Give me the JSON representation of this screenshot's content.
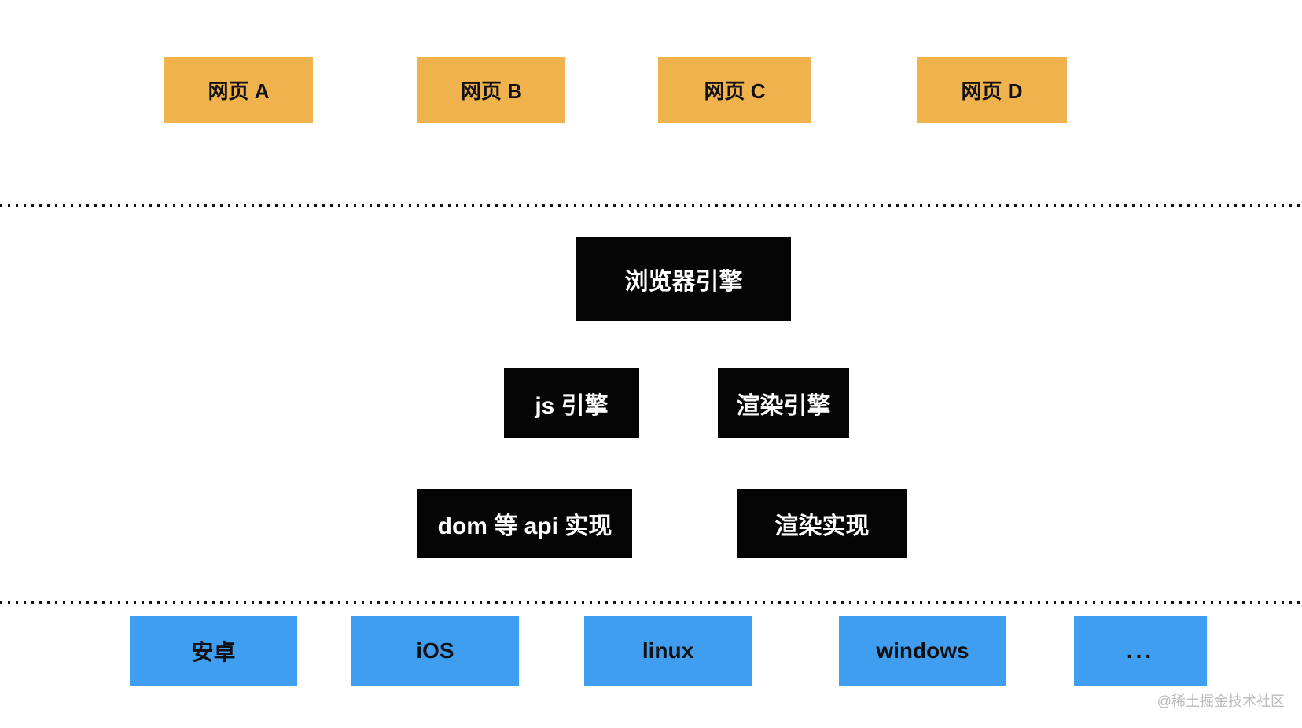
{
  "webpages": [
    {
      "label": "网页 A"
    },
    {
      "label": "网页 B"
    },
    {
      "label": "网页 C"
    },
    {
      "label": "网页 D"
    }
  ],
  "engine": {
    "browser_engine": "浏览器引擎",
    "js_engine": "js 引擎",
    "render_engine": "渲染引擎",
    "dom_api_impl": "dom 等 api 实现",
    "render_impl": "渲染实现"
  },
  "platforms": [
    {
      "label": "安卓"
    },
    {
      "label": "iOS"
    },
    {
      "label": "linux"
    },
    {
      "label": "windows"
    },
    {
      "label": "..."
    }
  ],
  "watermark": "@稀土掘金技术社区",
  "colors": {
    "webpage_box": "#F0B24D",
    "engine_box": "#050505",
    "engine_text": "#FFFFFF",
    "os_box": "#3F9EF0",
    "box_text": "#111111",
    "separator": "#111111",
    "watermark_text": "#BBBBBB",
    "background": "#FFFFFF"
  }
}
